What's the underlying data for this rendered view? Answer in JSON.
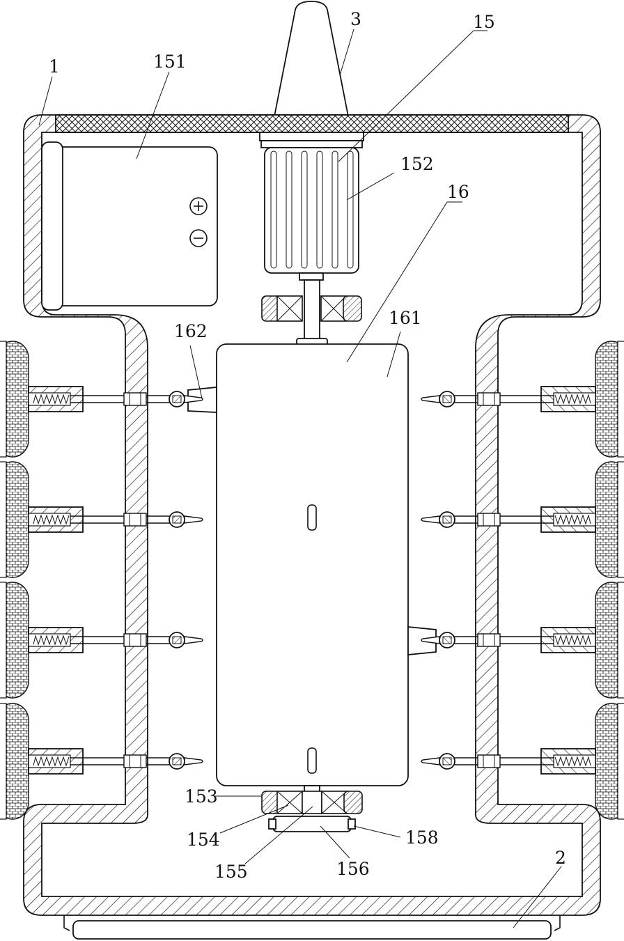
{
  "figure": {
    "type": "mechanical-patent-drawing",
    "reference_labels": {
      "housing": "1",
      "base": "2",
      "cone": "3",
      "mechanism": "15",
      "battery": "151",
      "motor": "152",
      "bearing_153": "153",
      "bearing_154": "154",
      "shaft_155": "155",
      "wheel_156": "156",
      "clip_158": "158",
      "column": "16",
      "drum": "161",
      "nozzle": "162"
    },
    "battery_terminals": {
      "positive": "+",
      "negative": "−"
    },
    "icons": [
      "spring-icon",
      "bearing-icon",
      "ball-joint-icon",
      "terminal-plus-icon",
      "terminal-minus-icon"
    ]
  }
}
